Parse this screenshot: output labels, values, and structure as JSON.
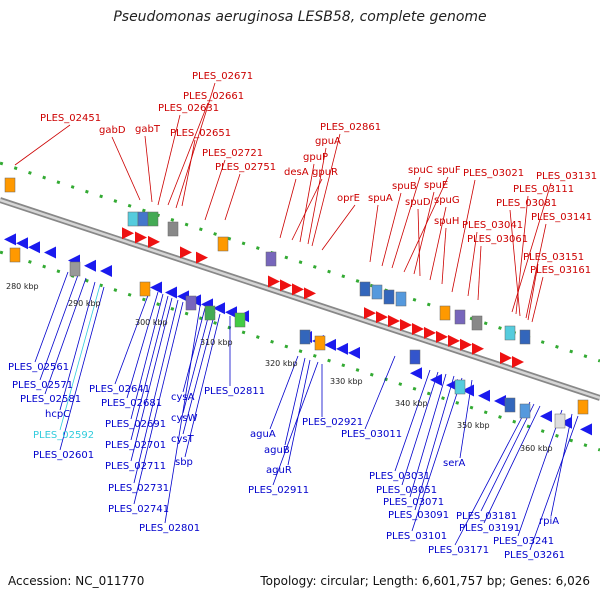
{
  "title": "Pseudomonas aeruginosa LESB58, complete genome",
  "accession": "Accession: NC_011770",
  "summary": "Topology: circular; Length: 6,601,757 bp; Genes: 6,026",
  "colors": {
    "forward_label": "#cc0000",
    "reverse_label": "#0000cc",
    "highlight_label": "#33ccdd",
    "forward_arrow": "#ee1111",
    "reverse_arrow": "#1a1aee",
    "backbone": "#999999",
    "dotted_track": "#339933"
  },
  "ticks": [
    "280 kbp",
    "290 kbp",
    "300 kbp",
    "310 kbp",
    "320 kbp",
    "330 kbp",
    "340 kbp",
    "350 kbp",
    "360 kbp"
  ],
  "forward_labels": [
    "PLES_02451",
    "gabD",
    "gabT",
    "PLES_02631",
    "PLES_02661",
    "PLES_02671",
    "PLES_02651",
    "PLES_02721",
    "PLES_02751",
    "desA",
    "gpuR",
    "gpuP",
    "gpuA",
    "PLES_02861",
    "oprE",
    "spuA",
    "spuB",
    "spuC",
    "spuF",
    "spuE",
    "spuD",
    "spuG",
    "spuH",
    "PLES_03021",
    "PLES_03041",
    "PLES_03061",
    "PLES_03131",
    "PLES_03111",
    "PLES_03081",
    "PLES_03141",
    "PLES_03151",
    "PLES_03161"
  ],
  "reverse_labels": [
    "PLES_02561",
    "PLES_02571",
    "PLES_02581",
    "hcpC",
    "PLES_02592",
    "PLES_02601",
    "PLES_02641",
    "PLES_02681",
    "PLES_02691",
    "PLES_02701",
    "PLES_02711",
    "PLES_02731",
    "PLES_02741",
    "PLES_02801",
    "cysA",
    "cysW",
    "cysT",
    "sbp",
    "PLES_02811",
    "aguA",
    "aguB",
    "aguR",
    "PLES_02911",
    "PLES_02921",
    "PLES_03011",
    "PLES_03031",
    "PLES_03051",
    "PLES_03071",
    "PLES_03091",
    "PLES_03101",
    "serA",
    "PLES_03181",
    "PLES_03191",
    "PLES_03171",
    "PLES_03241",
    "rpiA",
    "PLES_03261"
  ]
}
